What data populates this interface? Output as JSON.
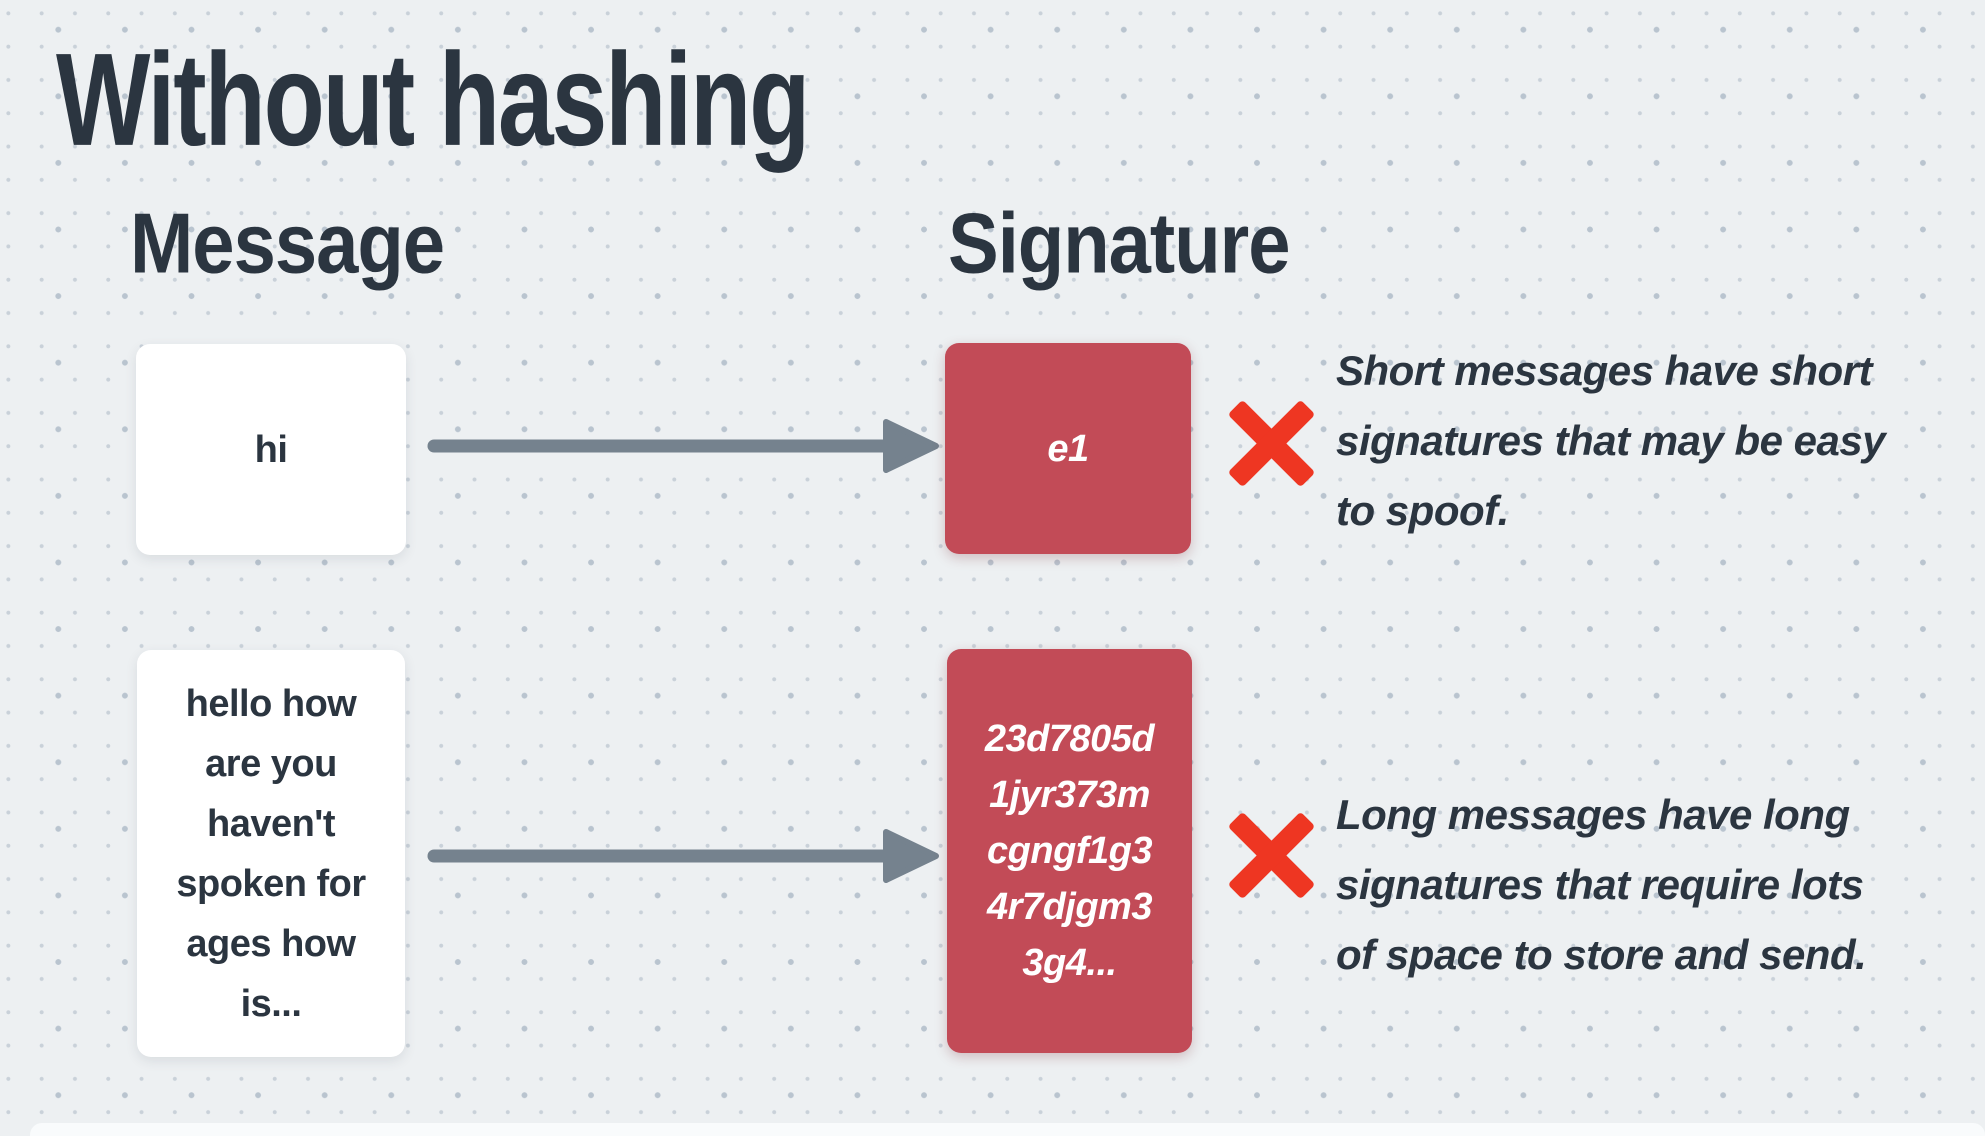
{
  "page": {
    "title": "Without hashing"
  },
  "columns": {
    "message_header": "Message",
    "signature_header": "Signature"
  },
  "rows": [
    {
      "name": "short-message-example",
      "message_lines": [
        "hi"
      ],
      "signature_lines": [
        "e1"
      ],
      "verdict_icon": "cross-icon",
      "note_lines": [
        "Short messages have short",
        "signatures that may be easy",
        "to spoof."
      ]
    },
    {
      "name": "long-message-example",
      "message_lines": [
        "hello how",
        "are you",
        "haven't",
        "spoken for",
        "ages how",
        "is..."
      ],
      "signature_lines": [
        "23d7805d",
        "1jyr373m",
        "cgngf1g3",
        "4r7djgm3",
        "3g4..."
      ],
      "verdict_icon": "cross-icon",
      "note_lines": [
        "Long messages have long",
        "signatures that require lots",
        "of space to store and send."
      ]
    }
  ],
  "colors": {
    "background": "#edf0f2",
    "dot_small": "#c9d1d9",
    "dot_large": "#b9c4cf",
    "ink": "#2b3540",
    "card_white": "#ffffff",
    "card_red": "#c24b57",
    "cross_red": "#ee3622",
    "arrow_gray": "#75828e"
  }
}
